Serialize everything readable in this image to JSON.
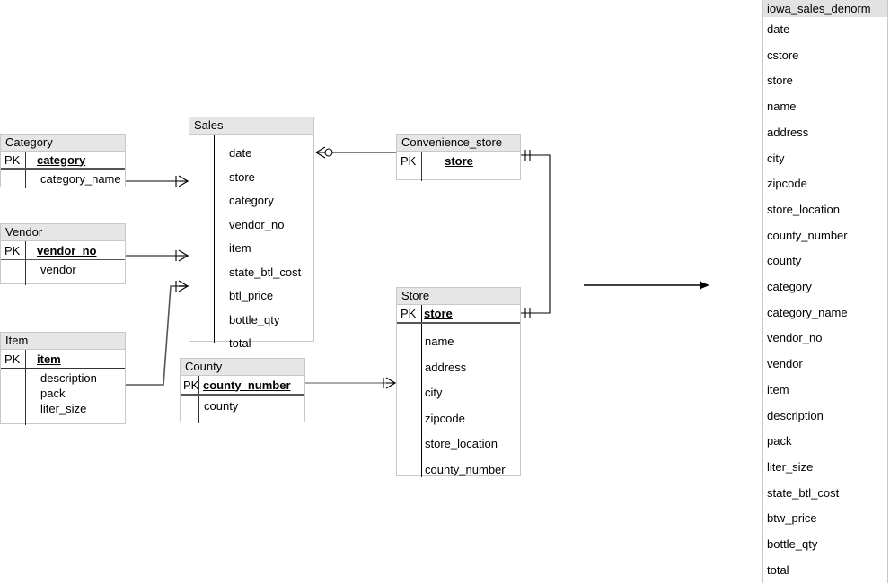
{
  "diagram": {
    "type": "entity-relationship-diagram",
    "notation": "crows-foot"
  },
  "entities": {
    "category": {
      "title": "Category",
      "pk_label": "PK",
      "pk_field": "category",
      "attributes": [
        "category_name"
      ]
    },
    "vendor": {
      "title": "Vendor",
      "pk_label": "PK",
      "pk_field": "vendor_no",
      "attributes": [
        "vendor"
      ]
    },
    "item": {
      "title": "Item",
      "pk_label": "PK",
      "pk_field": "item",
      "attributes": [
        "description",
        "pack",
        "liter_size"
      ]
    },
    "sales": {
      "title": "Sales",
      "attributes": [
        "date",
        "store",
        "category",
        "vendor_no",
        "item",
        "state_btl_cost",
        "btl_price",
        "bottle_qty",
        "total"
      ]
    },
    "county": {
      "title": "County",
      "pk_label": "PK",
      "pk_field": "county_number",
      "attributes": [
        "county"
      ]
    },
    "convenience_store": {
      "title": "Convenience_store",
      "pk_label": "PK",
      "pk_field": "store",
      "attributes": []
    },
    "store": {
      "title": "Store",
      "pk_label": "PK",
      "pk_field": "store",
      "attributes": [
        "name",
        "address",
        "city",
        "zipcode",
        "store_location",
        "county_number"
      ]
    }
  },
  "denorm_panel": {
    "title": "iowa_sales_denorm",
    "fields": [
      "date",
      "cstore",
      "store",
      "name",
      "address",
      "city",
      "zipcode",
      "store_location",
      "county_number",
      "county",
      "category",
      "category_name",
      "vendor_no",
      "vendor",
      "item",
      "description",
      "pack",
      "liter_size",
      "state_btl_cost",
      "btw_price",
      "bottle_qty",
      "total"
    ]
  },
  "relationships": [
    {
      "name": "category-to-sales",
      "from": "Category",
      "to": "Sales",
      "to_cardinality": "one-or-many"
    },
    {
      "name": "vendor-to-sales",
      "from": "Vendor",
      "to": "Sales",
      "to_cardinality": "one-or-many"
    },
    {
      "name": "item-to-sales",
      "from": "Item",
      "to": "Sales",
      "to_cardinality": "one-or-many"
    },
    {
      "name": "sales-to-convenience-store",
      "from": "Sales",
      "to": "Convenience_store",
      "from_cardinality": "zero-or-many"
    },
    {
      "name": "county-to-store",
      "from": "County",
      "to": "Store",
      "to_cardinality": "one-or-many"
    },
    {
      "name": "convenience-store-to-store",
      "from": "Convenience_store",
      "to": "Store",
      "from_cardinality": "exactly-one",
      "to_cardinality": "exactly-one"
    }
  ],
  "denorm_arrow": {
    "name": "denormalization-arrow",
    "direction": "right"
  },
  "colors": {
    "title_bar": "#e6e6e6",
    "panel_title_bar": "#e2e2e2",
    "border": "#c8c8c8",
    "rule": "#555555",
    "text": "#000000",
    "connector": "#000000"
  }
}
